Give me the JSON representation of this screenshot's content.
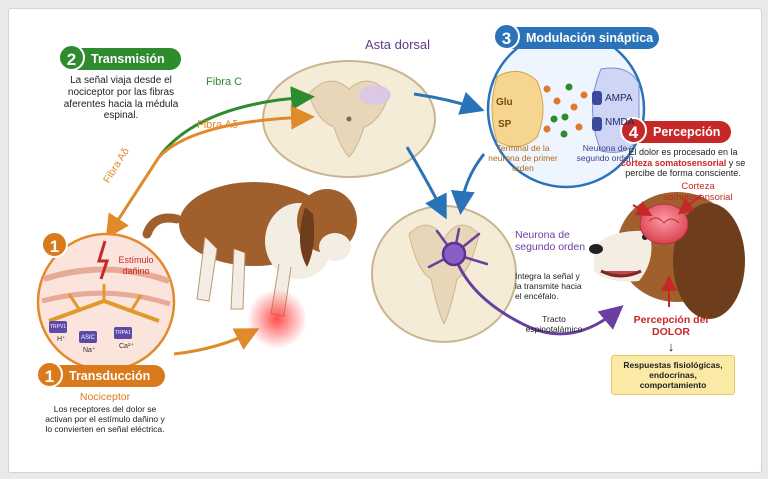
{
  "steps": [
    {
      "number": "1",
      "title": "Transducción",
      "color": "#d97a1c"
    },
    {
      "number": "2",
      "title": "Transmisión",
      "color": "#2e8b2e"
    },
    {
      "number": "3",
      "title": "Modulación sináptica",
      "color": "#2a73b8"
    },
    {
      "number": "4",
      "title": "Percepción",
      "color": "#c62828"
    }
  ],
  "transmission": {
    "text": "La señal viaja desde el nociceptor por las fibras aferentes hacia la médula espinal."
  },
  "fibers": {
    "c": "Fibra C",
    "adelta_right": "Fibra Aδ",
    "adelta_left": "Fibra Aδ"
  },
  "spinal": {
    "dorsal_horn": "Asta dorsal"
  },
  "synapse": {
    "glu": "Glu",
    "sp": "SP",
    "ampa": "AMPA",
    "nmda": "NMDA",
    "terminal": "Terminal de la neurona de primer orden",
    "second_neuron": "Neurona de segundo orden"
  },
  "second_order": {
    "title": "Neurona de segundo orden",
    "text": "Integra la señal y la transmite hacia el encéfalo.",
    "tract": "Tracto espinotalámico"
  },
  "perception": {
    "text_before": "El dolor es procesado en la",
    "text_highlight": "corteza somatosensorial",
    "text_after": "y se percibe de forma consciente.",
    "cortex": "Corteza somatosensorial",
    "label": "Percepción del DOLOR",
    "arrow": "↓",
    "responses": "Respuestas fisiológicas, endocrinas, comportamiento"
  },
  "transduction": {
    "stimulus": "Estímulo dañino",
    "receptors": [
      "TRPV1",
      "ASIC",
      "TRPA1"
    ],
    "ions": [
      "H⁺",
      "Na⁺",
      "Ca²⁺"
    ],
    "nociceptor": "Nociceptor",
    "text": "Los receptores del dolor se activan por el estímulo dañino y lo convierten en señal eléctrica."
  },
  "colors": {
    "orange": "#e08a2a",
    "green": "#2e8b2e",
    "blue": "#2a73b8",
    "purple": "#6b3fa0",
    "red": "#c62828",
    "highlight": "#fbe9a6"
  }
}
